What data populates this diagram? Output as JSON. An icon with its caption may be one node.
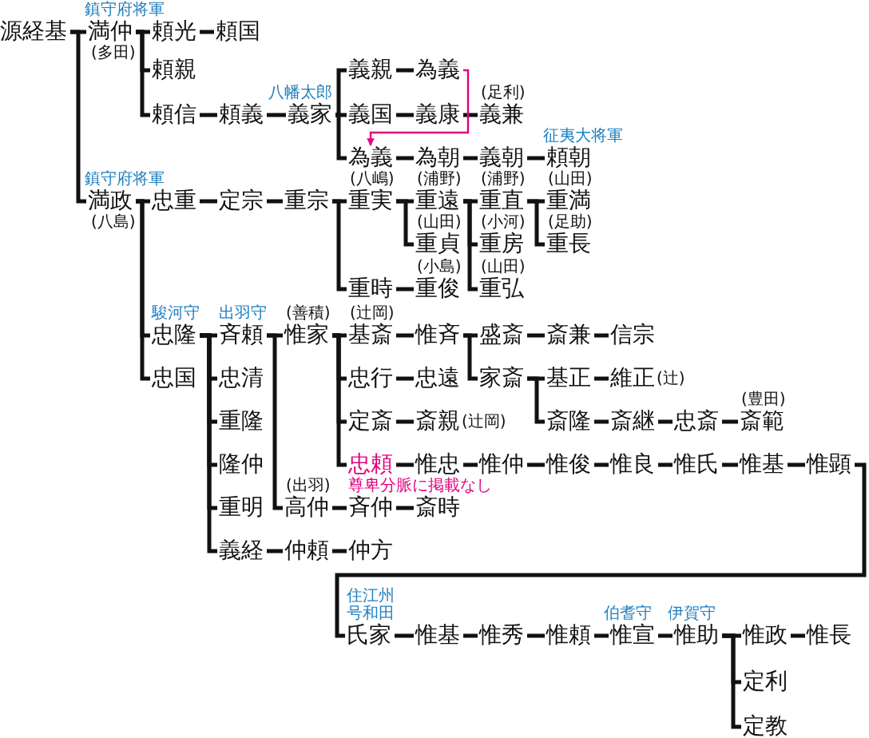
{
  "diagram": {
    "nodes": [
      {
        "text": [
          "源経基"
        ]
      },
      {
        "text": [
          "満仲"
        ],
        "beside": [
          "鎮守府将軍",
          "(多田)"
        ]
      },
      {
        "text": [
          "頼光"
        ]
      },
      {
        "text": [
          "頼国"
        ]
      },
      {
        "text": [
          "頼親"
        ]
      },
      {
        "text": [
          "頼信"
        ]
      },
      {
        "text": [
          "頼義"
        ]
      },
      {
        "text": [
          "義家"
        ],
        "beside": [
          "八幡太郎"
        ]
      },
      {
        "text": [
          "義親"
        ]
      },
      {
        "text": [
          "為義"
        ]
      },
      {
        "text": [
          "義国"
        ]
      },
      {
        "text": [
          "義康"
        ]
      },
      {
        "text": [
          "義兼"
        ],
        "beside": [
          "(足利)"
        ]
      },
      {
        "text": [
          "為義"
        ]
      },
      {
        "text": [
          "為朝"
        ]
      },
      {
        "text": [
          "義朝"
        ]
      },
      {
        "text": [
          "頼朝"
        ],
        "beside": [
          "征夷大将軍"
        ]
      },
      {
        "text": [
          "満政"
        ],
        "beside": [
          "鎮守府将軍",
          "(八島)"
        ]
      },
      {
        "text": [
          "忠重"
        ]
      },
      {
        "text": [
          "定宗"
        ]
      },
      {
        "text": [
          "重宗"
        ]
      },
      {
        "text": [
          "重実"
        ],
        "beside": [
          "(八嶋)"
        ]
      },
      {
        "text": [
          "重遠"
        ],
        "beside": [
          "(浦野)"
        ]
      },
      {
        "text": [
          "重直"
        ],
        "beside": [
          "(浦野)"
        ]
      },
      {
        "text": [
          "重満"
        ],
        "beside": [
          "(山田)"
        ]
      },
      {
        "text": [
          "重貞"
        ],
        "beside": [
          "(山田)"
        ]
      },
      {
        "text": [
          "重房"
        ],
        "beside": [
          "(小河)"
        ]
      },
      {
        "text": [
          "重長"
        ],
        "beside": [
          "(足助)"
        ]
      },
      {
        "text": [
          "重時"
        ]
      },
      {
        "text": [
          "重俊"
        ],
        "beside": [
          "(小島)"
        ]
      },
      {
        "text": [
          "重弘"
        ],
        "beside": [
          "(山田)"
        ]
      },
      {
        "text": [
          "忠隆"
        ],
        "beside": [
          "駿河守"
        ]
      },
      {
        "text": [
          "斉頼"
        ],
        "beside": [
          "出羽守"
        ]
      },
      {
        "text": [
          "惟家"
        ],
        "beside": [
          "(善積)"
        ]
      },
      {
        "text": [
          "基斎"
        ],
        "beside": [
          "(辻岡)"
        ]
      },
      {
        "text": [
          "惟斉"
        ]
      },
      {
        "text": [
          "盛斎"
        ]
      },
      {
        "text": [
          "斎兼"
        ]
      },
      {
        "text": [
          "信宗"
        ]
      },
      {
        "text": [
          "忠国"
        ]
      },
      {
        "text": [
          "忠清"
        ]
      },
      {
        "text": [
          "忠行"
        ]
      },
      {
        "text": [
          "忠遠"
        ]
      },
      {
        "text": [
          "家斎"
        ]
      },
      {
        "text": [
          "基正"
        ]
      },
      {
        "text": [
          "維正"
        ],
        "beside": [
          "(辻)"
        ]
      },
      {
        "text": [
          "重隆"
        ]
      },
      {
        "text": [
          "定斎"
        ]
      },
      {
        "text": [
          "斎親"
        ],
        "beside": [
          "(辻岡)"
        ]
      },
      {
        "text": [
          "斎隆"
        ]
      },
      {
        "text": [
          "斎継"
        ]
      },
      {
        "text": [
          "忠斎"
        ]
      },
      {
        "text": [
          "斎範"
        ],
        "beside": [
          "(豊田)"
        ]
      },
      {
        "text": [
          "隆仲"
        ]
      },
      {
        "text": [
          "忠頼"
        ],
        "beside": [
          "尊卑分脈に掲載なし"
        ]
      },
      {
        "text": [
          "惟忠"
        ]
      },
      {
        "text": [
          "惟仲"
        ]
      },
      {
        "text": [
          "惟俊"
        ]
      },
      {
        "text": [
          "惟良"
        ]
      },
      {
        "text": [
          "惟氏"
        ]
      },
      {
        "text": [
          "惟基"
        ]
      },
      {
        "text": [
          "惟顕"
        ]
      },
      {
        "text": [
          "重明"
        ]
      },
      {
        "text": [
          "高仲"
        ],
        "beside": [
          "(出羽)"
        ]
      },
      {
        "text": [
          "斉仲"
        ]
      },
      {
        "text": [
          "斎時"
        ]
      },
      {
        "text": [
          "義経"
        ]
      },
      {
        "text": [
          "仲頼"
        ]
      },
      {
        "text": [
          "仲方"
        ]
      },
      {
        "text": [
          "氏家"
        ],
        "beside": [
          "住江州",
          "号和田"
        ]
      },
      {
        "text": [
          "惟基"
        ]
      },
      {
        "text": [
          "惟秀"
        ]
      },
      {
        "text": [
          "惟頼"
        ]
      },
      {
        "text": [
          "惟宣"
        ],
        "beside": [
          "伯耆守"
        ]
      },
      {
        "text": [
          "惟助"
        ],
        "beside": [
          "伊賀守"
        ]
      },
      {
        "text": [
          "惟政"
        ]
      },
      {
        "text": [
          "惟長"
        ]
      },
      {
        "text": [
          "定利"
        ]
      },
      {
        "text": [
          "定教"
        ]
      }
    ],
    "edges": [
      {
        "from": 0,
        "to": 1,
        "arrow": "none"
      },
      {
        "from": 0,
        "to": 17,
        "arrow": "none"
      },
      {
        "from": 1,
        "to": 2,
        "arrow": "none"
      },
      {
        "from": 1,
        "to": 4,
        "arrow": "none"
      },
      {
        "from": 1,
        "to": 5,
        "arrow": "none"
      },
      {
        "from": 2,
        "to": 3,
        "arrow": "none"
      },
      {
        "from": 5,
        "to": 6,
        "arrow": "none"
      },
      {
        "from": 6,
        "to": 7,
        "arrow": "none"
      },
      {
        "from": 7,
        "to": 8,
        "arrow": "none"
      },
      {
        "from": 7,
        "to": 10,
        "arrow": "none"
      },
      {
        "from": 7,
        "to": 13,
        "arrow": "none"
      },
      {
        "from": 8,
        "to": 9,
        "arrow": "none"
      },
      {
        "from": 10,
        "to": 11,
        "arrow": "none"
      },
      {
        "from": 11,
        "to": 12,
        "arrow": "none"
      },
      {
        "from": 9,
        "to": 13,
        "arrow": "to",
        "color": "#e4007f"
      },
      {
        "from": 13,
        "to": 14,
        "arrow": "none"
      },
      {
        "from": 14,
        "to": 15,
        "arrow": "none"
      },
      {
        "from": 15,
        "to": 16,
        "arrow": "none"
      },
      {
        "from": 17,
        "to": 18,
        "arrow": "none"
      },
      {
        "from": 17,
        "to": 31,
        "arrow": "none"
      },
      {
        "from": 17,
        "to": 39,
        "arrow": "none"
      },
      {
        "from": 18,
        "to": 19,
        "arrow": "none"
      },
      {
        "from": 19,
        "to": 20,
        "arrow": "none"
      },
      {
        "from": 20,
        "to": 21,
        "arrow": "none"
      },
      {
        "from": 20,
        "to": 28,
        "arrow": "none"
      },
      {
        "from": 21,
        "to": 22,
        "arrow": "none"
      },
      {
        "from": 21,
        "to": 25,
        "arrow": "none"
      },
      {
        "from": 22,
        "to": 23,
        "arrow": "none"
      },
      {
        "from": 22,
        "to": 26,
        "arrow": "none"
      },
      {
        "from": 22,
        "to": 30,
        "arrow": "none"
      },
      {
        "from": 23,
        "to": 24,
        "arrow": "none"
      },
      {
        "from": 23,
        "to": 27,
        "arrow": "none"
      },
      {
        "from": 28,
        "to": 29,
        "arrow": "none"
      },
      {
        "from": 31,
        "to": 32,
        "arrow": "none"
      },
      {
        "from": 31,
        "to": 40,
        "arrow": "none"
      },
      {
        "from": 31,
        "to": 46,
        "arrow": "none"
      },
      {
        "from": 31,
        "to": 53,
        "arrow": "none"
      },
      {
        "from": 31,
        "to": 62,
        "arrow": "none"
      },
      {
        "from": 31,
        "to": 66,
        "arrow": "none"
      },
      {
        "from": 32,
        "to": 33,
        "arrow": "none"
      },
      {
        "from": 32,
        "to": 63,
        "arrow": "none"
      },
      {
        "from": 33,
        "to": 34,
        "arrow": "none"
      },
      {
        "from": 33,
        "to": 41,
        "arrow": "none"
      },
      {
        "from": 33,
        "to": 47,
        "arrow": "none"
      },
      {
        "from": 33,
        "to": 54,
        "arrow": "none"
      },
      {
        "from": 34,
        "to": 35,
        "arrow": "none"
      },
      {
        "from": 35,
        "to": 36,
        "arrow": "none"
      },
      {
        "from": 35,
        "to": 43,
        "arrow": "none"
      },
      {
        "from": 36,
        "to": 37,
        "arrow": "none"
      },
      {
        "from": 37,
        "to": 38,
        "arrow": "none"
      },
      {
        "from": 41,
        "to": 42,
        "arrow": "none"
      },
      {
        "from": 43,
        "to": 44,
        "arrow": "none"
      },
      {
        "from": 43,
        "to": 49,
        "arrow": "none"
      },
      {
        "from": 44,
        "to": 45,
        "arrow": "none"
      },
      {
        "from": 47,
        "to": 48,
        "arrow": "none"
      },
      {
        "from": 49,
        "to": 50,
        "arrow": "none"
      },
      {
        "from": 50,
        "to": 51,
        "arrow": "none"
      },
      {
        "from": 51,
        "to": 52,
        "arrow": "none"
      },
      {
        "from": 54,
        "to": 55,
        "arrow": "none"
      },
      {
        "from": 55,
        "to": 56,
        "arrow": "none"
      },
      {
        "from": 56,
        "to": 57,
        "arrow": "none"
      },
      {
        "from": 57,
        "to": 58,
        "arrow": "none"
      },
      {
        "from": 58,
        "to": 59,
        "arrow": "none"
      },
      {
        "from": 59,
        "to": 60,
        "arrow": "none"
      },
      {
        "from": 60,
        "to": 61,
        "arrow": "none"
      },
      {
        "from": 61,
        "to": 69,
        "arrow": "none"
      },
      {
        "from": 63,
        "to": 64,
        "arrow": "none"
      },
      {
        "from": 64,
        "to": 65,
        "arrow": "none"
      },
      {
        "from": 66,
        "to": 67,
        "arrow": "none"
      },
      {
        "from": 67,
        "to": 68,
        "arrow": "none"
      },
      {
        "from": 69,
        "to": 70,
        "arrow": "none"
      },
      {
        "from": 70,
        "to": 71,
        "arrow": "none"
      },
      {
        "from": 71,
        "to": 72,
        "arrow": "none"
      },
      {
        "from": 72,
        "to": 73,
        "arrow": "none"
      },
      {
        "from": 73,
        "to": 74,
        "arrow": "none"
      },
      {
        "from": 74,
        "to": 75,
        "arrow": "none"
      },
      {
        "from": 75,
        "to": 76,
        "arrow": "none"
      },
      {
        "from": 74,
        "to": 77,
        "arrow": "none"
      },
      {
        "from": 74,
        "to": 78,
        "arrow": "none"
      }
    ]
  }
}
